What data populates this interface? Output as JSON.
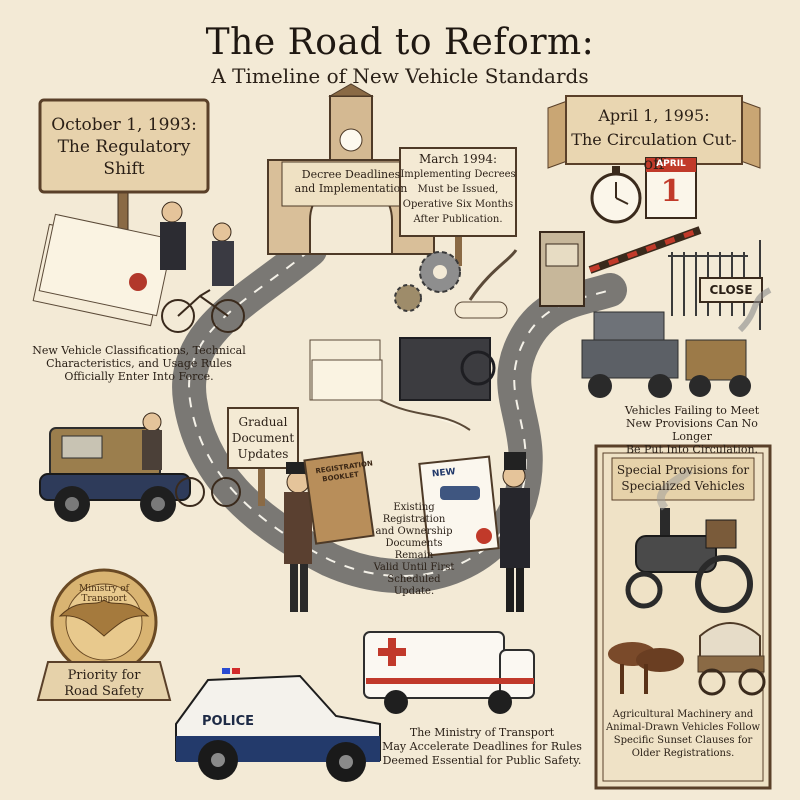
{
  "header": {
    "title": "The Road to Reform:",
    "subtitle": "A Timeline of New Vehicle Standards"
  },
  "milestones": {
    "oct_1993": {
      "line1": "October 1, 1993:",
      "line2": "The Regulatory",
      "line3": "Shift"
    },
    "decree_arch": {
      "line1": "Decree Deadlines",
      "line2": "and Implementation"
    },
    "mar_1994": {
      "line1": "March 1994:",
      "line2": "Implementing Decrees",
      "line3": "Must be Issued,",
      "line4": "Operative Six Months",
      "line5": "After Publication."
    },
    "apr_1995": {
      "line1": "April 1, 1995:",
      "line2": "The Circulation Cut-off"
    },
    "gradual": {
      "line1": "Gradual",
      "line2": "Document",
      "line3": "Updates"
    },
    "special": {
      "line1": "Special Provisions for",
      "line2": "Specialized Vehicles"
    },
    "priority": {
      "line1": "Priority for",
      "line2": "Road Safety"
    }
  },
  "captions": {
    "classifications": {
      "line1": "New Vehicle Classifications, Technical",
      "line2": "Characteristics, and Usage Rules",
      "line3": "Officially Enter Into Force."
    },
    "failing": {
      "line1": "Vehicles Failing to Meet",
      "line2": "New Provisions Can No Longer",
      "line3": "Be Put Into Circulation."
    },
    "existing": {
      "line1": "Existing",
      "line2": "Registration",
      "line3": "and Ownership",
      "line4": "Documents Remain",
      "line5": "Valid Until First",
      "line6": "Scheduled Update."
    },
    "agricultural": {
      "line1": "Agricultural Machinery and",
      "line2": "Animal-Drawn Vehicles Follow",
      "line3": "Specific Sunset Clauses for",
      "line4": "Older Registrations."
    },
    "ministry": {
      "line1": "The Ministry of Transport",
      "line2": "May Accelerate Deadlines for Rules",
      "line3": "Deemed Essential for Public Safety."
    }
  },
  "labels": {
    "close_sign": "CLOSE",
    "calendar_month": "APRIL",
    "calendar_day": "1",
    "registration_booklet": "REGISTRATION BOOKLET",
    "new_doc": "NEW",
    "police": "POLICE",
    "emblem": "Ministry of Transport"
  },
  "colors": {
    "parchment": "#f3ead6",
    "road": "#6b6a66",
    "sign_wood": "#a57e55",
    "ink": "#2b2118",
    "police_blue": "#233a6b",
    "ambulance_red": "#c1392b"
  }
}
